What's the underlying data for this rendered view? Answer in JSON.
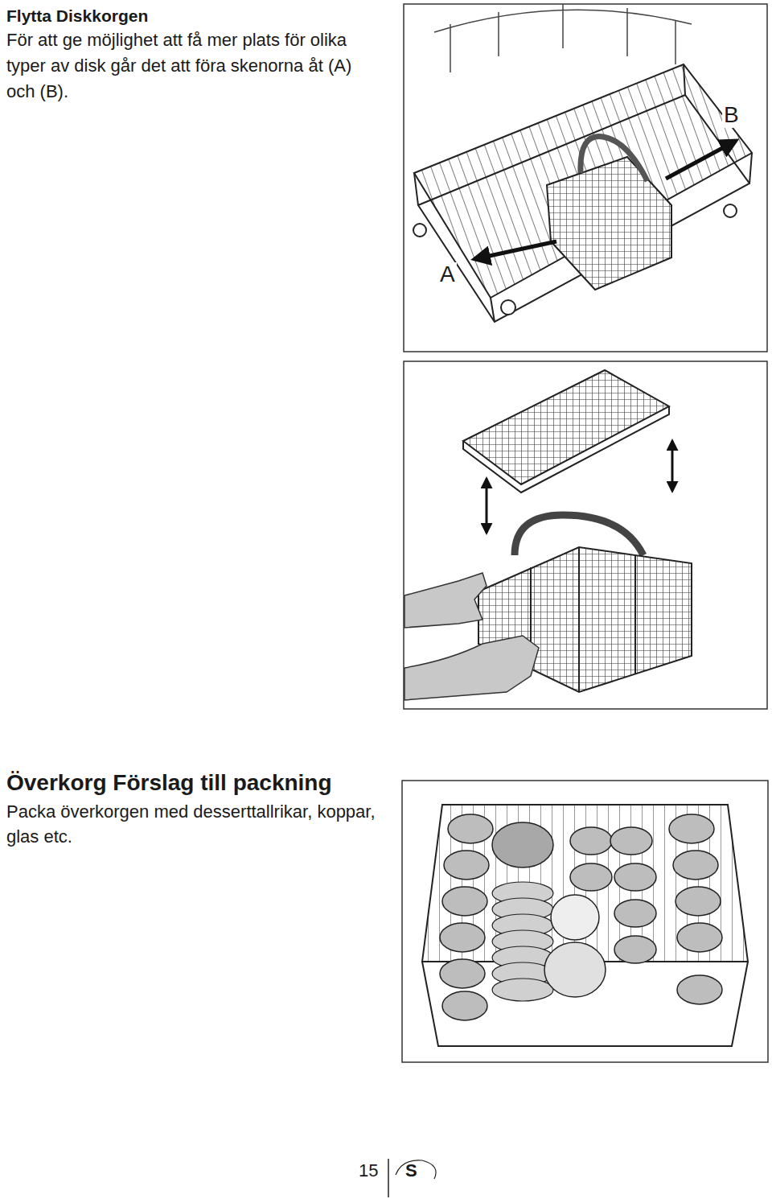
{
  "diagram": {
    "labels": [
      "Flytta Diskkorgen",
      "För att ge möjlighet att få mer plats för olika typer av disk går det att föra skenorna åt (A) och (B).",
      "B",
      "A",
      "Överkorg Förslag till packning",
      "Packa överkorgen med desserttallrikar, koppar, glas etc.",
      "15",
      "S"
    ]
  }
}
